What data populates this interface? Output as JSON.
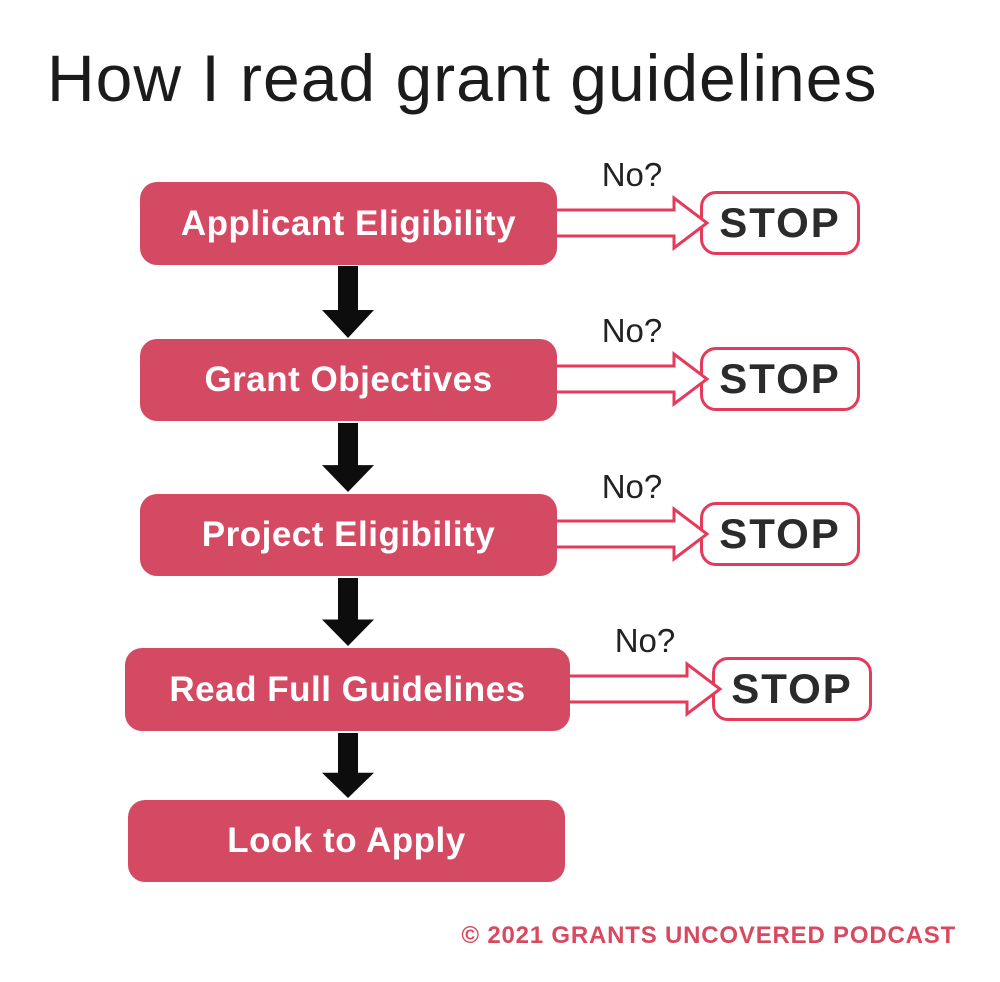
{
  "title": "How I read grant guidelines",
  "footer": "© 2021 GRANTS UNCOVERED PODCAST",
  "colors": {
    "box_fill": "#d54a63",
    "outline_pink": "#e43b5b",
    "box_text": "#ffffff",
    "stop_text": "#2b2b2b",
    "no_text": "#222222",
    "title_text": "#1b1b1b",
    "footer_text": "#d84960",
    "flow_arrow": "#0d0d0d",
    "background": "#ffffff"
  },
  "flow": {
    "type": "flowchart",
    "steps": [
      {
        "label": "Applicant Eligibility",
        "no_label": "No?",
        "stop_label": "STOP"
      },
      {
        "label": "Grant Objectives",
        "no_label": "No?",
        "stop_label": "STOP"
      },
      {
        "label": "Project Eligibility",
        "no_label": "No?",
        "stop_label": "STOP"
      },
      {
        "label": "Read Full Guidelines",
        "no_label": "No?",
        "stop_label": "STOP"
      },
      {
        "label": "Look to Apply"
      }
    ]
  }
}
